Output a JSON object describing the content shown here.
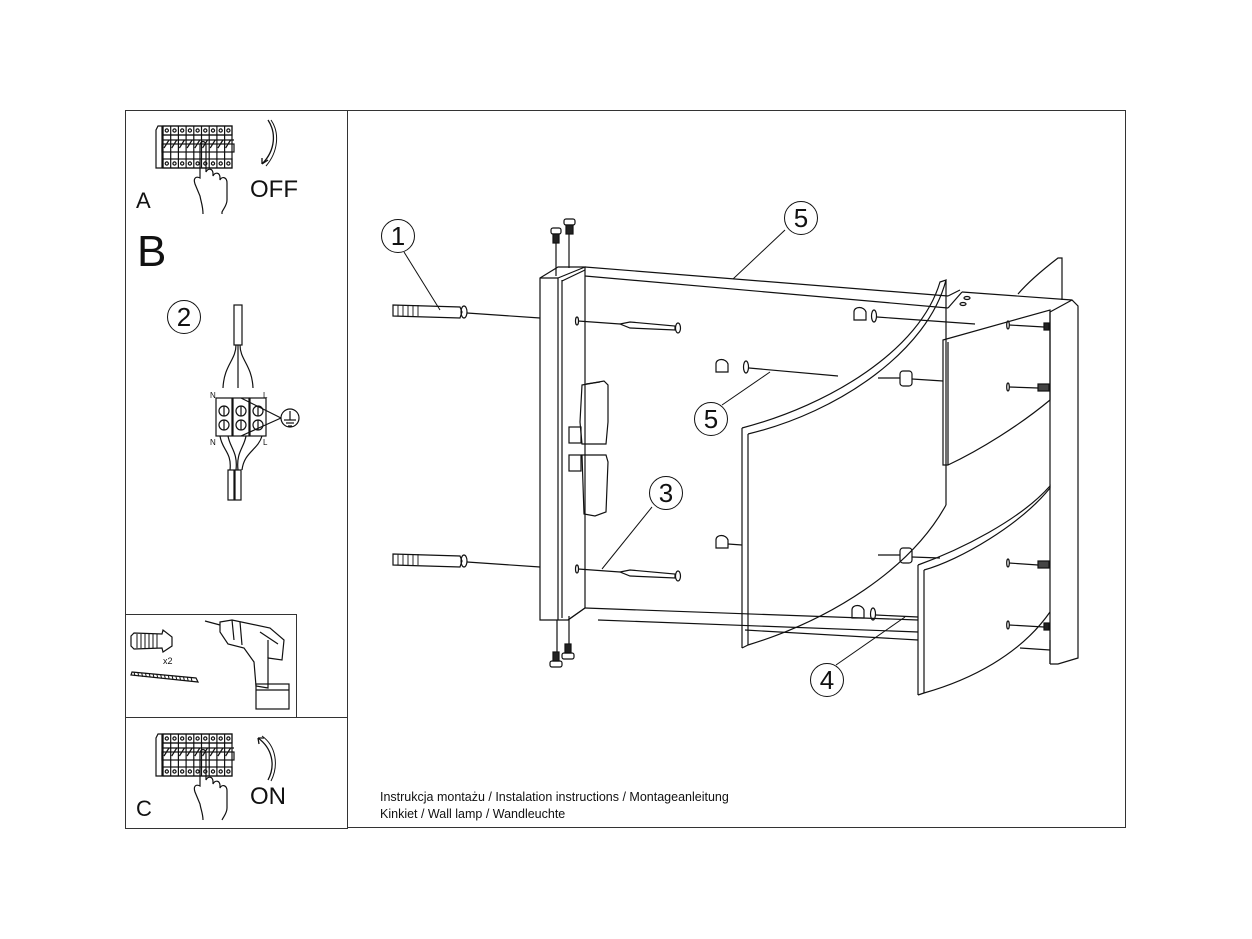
{
  "steps": {
    "a": {
      "letter": "A",
      "switch_state": "OFF"
    },
    "b": {
      "letter": "B"
    },
    "c": {
      "letter": "C",
      "switch_state": "ON"
    }
  },
  "wiring": {
    "callout": "2",
    "terminal_labels_top": [
      "N",
      "L"
    ],
    "terminal_labels_bottom": [
      "N",
      "L"
    ],
    "ground_icon": "earth-ground-icon"
  },
  "tools": {
    "quantity": "x2",
    "icons": [
      "wall-plug-icon",
      "screw-icon",
      "drill-icon"
    ]
  },
  "callouts": [
    "1",
    "5",
    "5",
    "3",
    "4"
  ],
  "caption": {
    "line1": "Instrukcja montażu / Instalation instructions / Montageanleitung",
    "line2": "Kinkiet / Wall lamp / Wandleuchte"
  },
  "colors": {
    "line": "#111111",
    "frame": "#333333",
    "background": "#ffffff"
  }
}
